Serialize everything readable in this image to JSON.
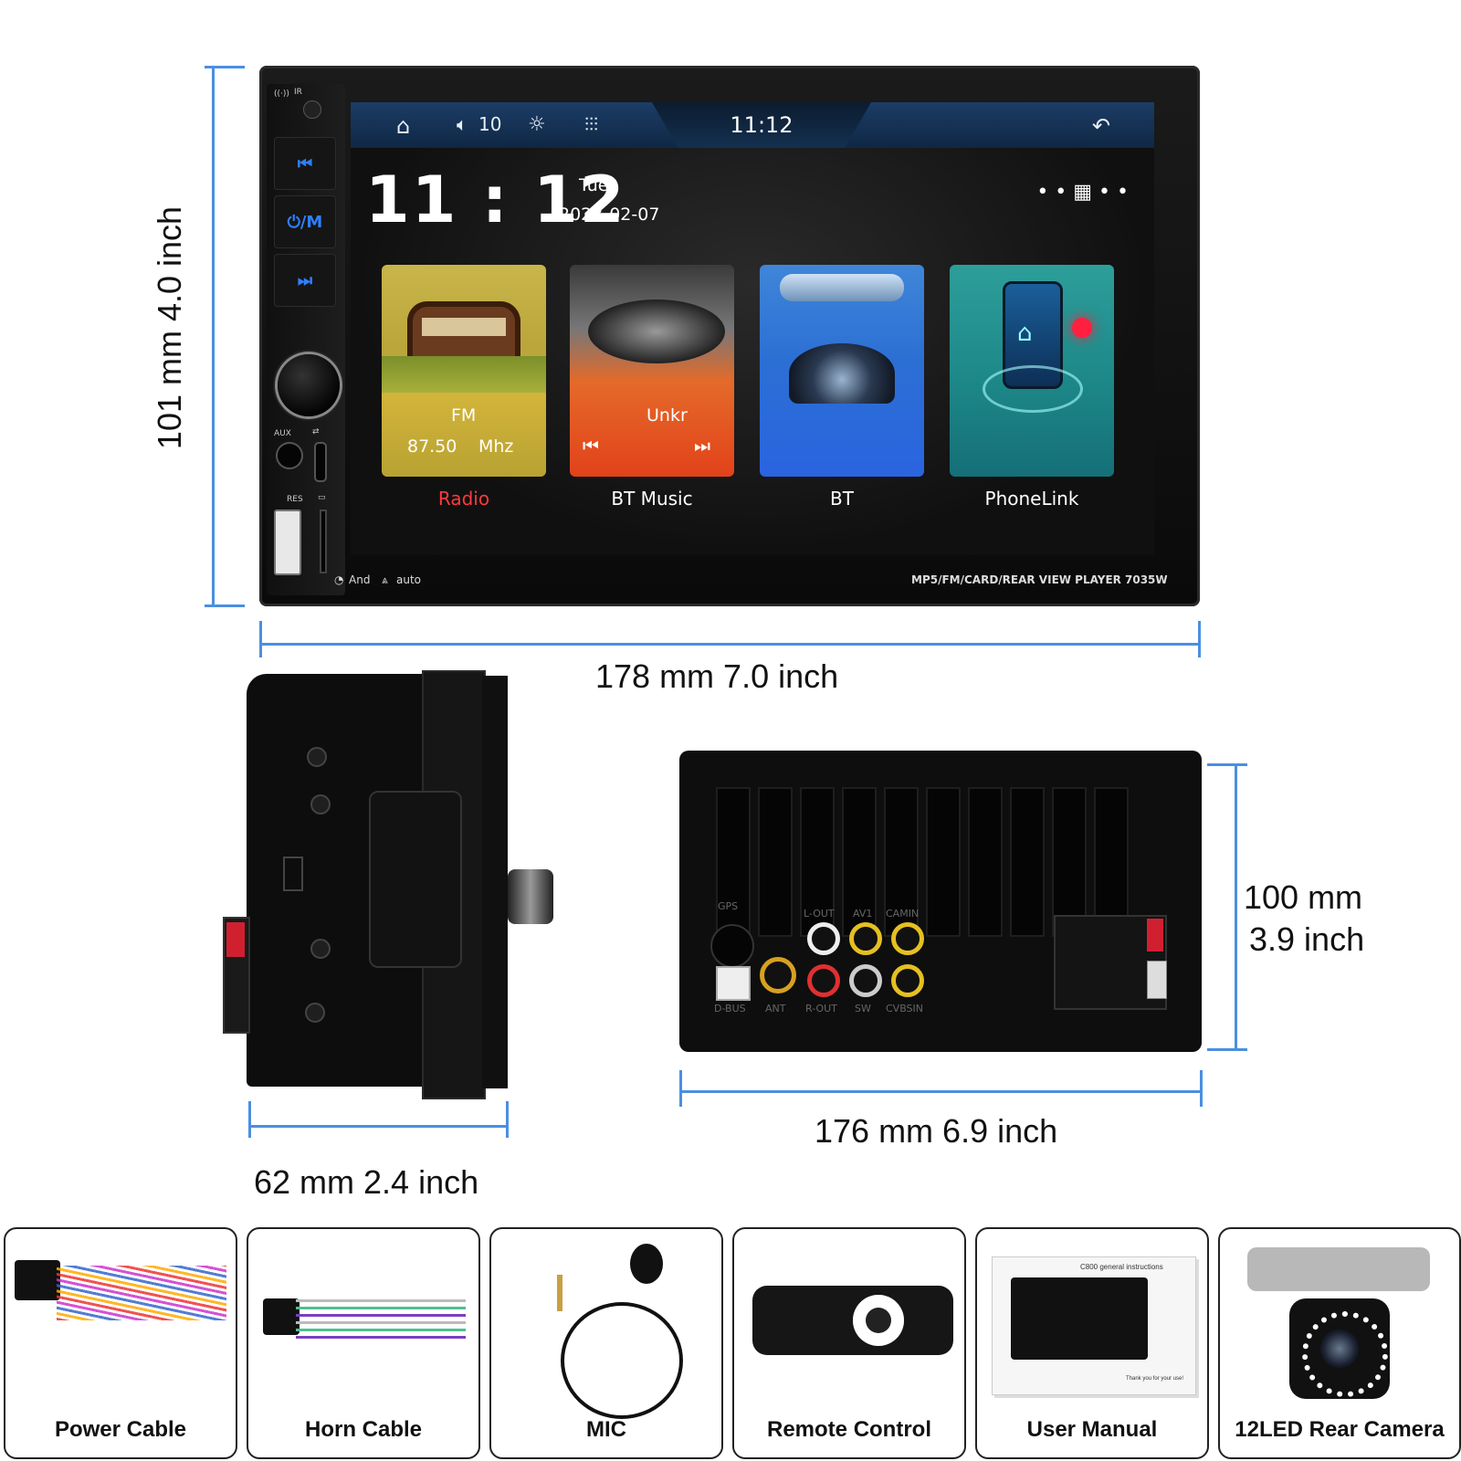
{
  "dimensions": {
    "height_front": "101 mm 4.0 inch",
    "width_front": "178 mm 7.0 inch",
    "depth_side": "62 mm 2.4 inch",
    "width_rear": "176 mm 6.9 inch",
    "height_rear_mm": "100 mm",
    "height_rear_inch": "3.9 inch"
  },
  "unit": {
    "panel": {
      "ir_label": "IR",
      "prev_glyph": "⏮",
      "mode_label": "⏻/M",
      "next_glyph": "⏭",
      "aux_label": "AUX",
      "res_label": "RES"
    },
    "status_bar": {
      "volume": "10",
      "clock": "11:12"
    },
    "home": {
      "clock": "11 : 12",
      "day": "Tues",
      "date": "2023-02-07"
    },
    "tiles": {
      "radio": {
        "band": "FM",
        "freq": "87.50",
        "unit": "Mhz",
        "label": "Radio"
      },
      "bt_music": {
        "title": "Unkr",
        "label": "BT Music"
      },
      "bt": {
        "label": "BT"
      },
      "phonelink": {
        "label": "PhoneLink"
      }
    },
    "footer": {
      "left1": "And",
      "left2": "auto",
      "model_desc": "MP5/FM/CARD/REAR VIEW PLAYER",
      "model_no": "7035W"
    }
  },
  "rear": {
    "labels": {
      "gps": "GPS",
      "lout": "L-OUT",
      "av1": "AV1",
      "camin": "CAMIN",
      "dbus": "D-BUS",
      "ant": "ANT",
      "rout": "R-OUT",
      "sw": "SW",
      "cvbsin": "CVBSIN"
    }
  },
  "accessories": [
    {
      "label": "Power Cable"
    },
    {
      "label": "Horn Cable"
    },
    {
      "label": "MIC"
    },
    {
      "label": "Remote Control"
    },
    {
      "label": "User Manual",
      "manual_title": "C800 general instructions",
      "manual_foot": "Thank you for your use!"
    },
    {
      "label": "12LED Rear Camera"
    }
  ],
  "colors": {
    "dimension_line": "#4a8fe0",
    "radio_label": "#ff3a3a",
    "hw_button": "#2f7fff"
  }
}
